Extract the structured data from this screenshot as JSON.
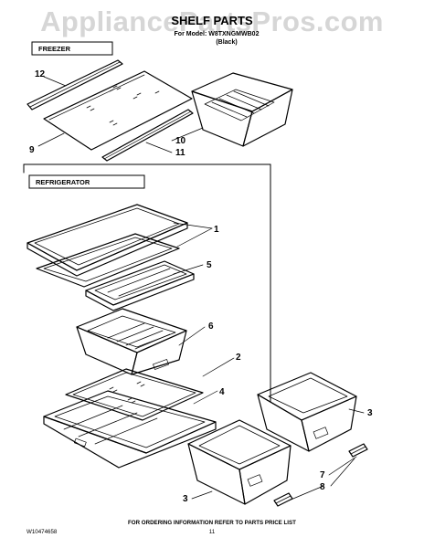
{
  "watermark": "AppliancePartsPros.com",
  "header": {
    "title": "SHELF PARTS",
    "model_line": "For Model: W8TXNGMWB02",
    "color_line": "(Black)"
  },
  "sections": {
    "freezer": "FREEZER",
    "refrigerator": "REFRIGERATOR"
  },
  "callouts": {
    "c12": "12",
    "c9": "9",
    "c10": "10",
    "c11": "11",
    "c1": "1",
    "c5": "5",
    "c6": "6",
    "c2": "2",
    "c4": "4",
    "c3a": "3",
    "c3b": "3",
    "c7": "7",
    "c8": "8"
  },
  "footer": {
    "doc_number": "W10474658",
    "note": "FOR ORDERING INFORMATION REFER TO PARTS PRICE LIST",
    "page": "11"
  }
}
